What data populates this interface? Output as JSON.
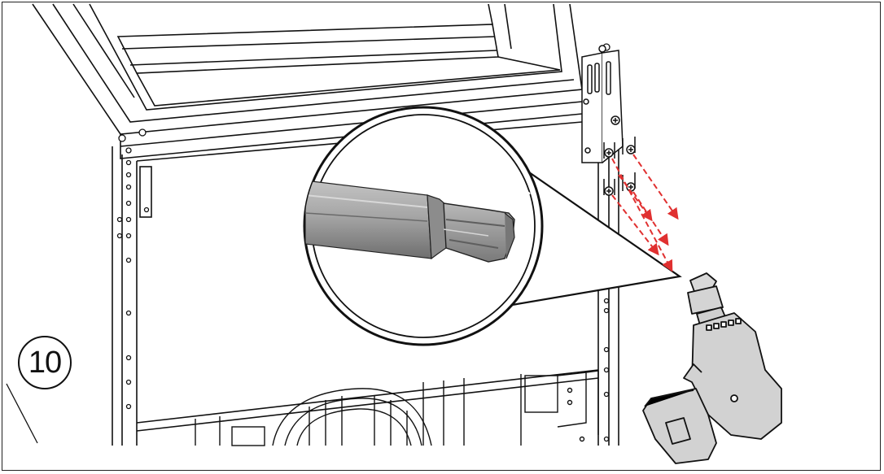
{
  "figure": {
    "step_number": "10",
    "arrow_color": "#e03030",
    "line_color": "#111111",
    "bit_gray": "#9a9a9a",
    "drill_gray": "#d2d2d2"
  },
  "icons": [
    "torx-bit-magnified",
    "cordless-drill",
    "screw",
    "dashed-arrow"
  ]
}
